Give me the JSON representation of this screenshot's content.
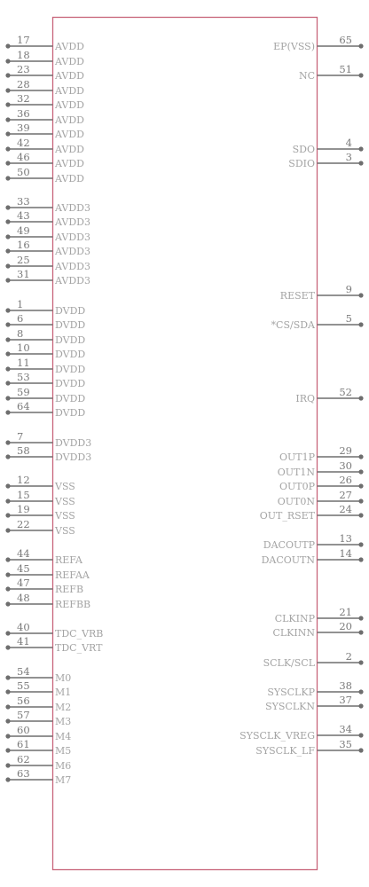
{
  "colors": {
    "body_outline": "#c8647a",
    "pin_line": "#6e6e6e",
    "pin_number": "#7a7a7a",
    "pin_name": "#a4a4a4"
  },
  "left_pins": [
    {
      "num": "17",
      "name": "AVDD"
    },
    {
      "num": "18",
      "name": "AVDD"
    },
    {
      "num": "23",
      "name": "AVDD"
    },
    {
      "num": "28",
      "name": "AVDD"
    },
    {
      "num": "32",
      "name": "AVDD"
    },
    {
      "num": "36",
      "name": "AVDD"
    },
    {
      "num": "39",
      "name": "AVDD"
    },
    {
      "num": "42",
      "name": "AVDD"
    },
    {
      "num": "46",
      "name": "AVDD"
    },
    {
      "num": "50",
      "name": "AVDD"
    },
    {
      "num": "33",
      "name": "AVDD3"
    },
    {
      "num": "43",
      "name": "AVDD3"
    },
    {
      "num": "49",
      "name": "AVDD3"
    },
    {
      "num": "16",
      "name": "AVDD3"
    },
    {
      "num": "25",
      "name": "AVDD3"
    },
    {
      "num": "31",
      "name": "AVDD3"
    },
    {
      "num": "1",
      "name": "DVDD"
    },
    {
      "num": "6",
      "name": "DVDD"
    },
    {
      "num": "8",
      "name": "DVDD"
    },
    {
      "num": "10",
      "name": "DVDD"
    },
    {
      "num": "11",
      "name": "DVDD"
    },
    {
      "num": "53",
      "name": "DVDD"
    },
    {
      "num": "59",
      "name": "DVDD"
    },
    {
      "num": "64",
      "name": "DVDD"
    },
    {
      "num": "7",
      "name": "DVDD3"
    },
    {
      "num": "58",
      "name": "DVDD3"
    },
    {
      "num": "12",
      "name": "VSS"
    },
    {
      "num": "15",
      "name": "VSS"
    },
    {
      "num": "19",
      "name": "VSS"
    },
    {
      "num": "22",
      "name": "VSS"
    },
    {
      "num": "44",
      "name": "REFA"
    },
    {
      "num": "45",
      "name": "REFAA"
    },
    {
      "num": "47",
      "name": "REFB"
    },
    {
      "num": "48",
      "name": "REFBB"
    },
    {
      "num": "40",
      "name": "TDC_VRB"
    },
    {
      "num": "41",
      "name": "TDC_VRT"
    },
    {
      "num": "54",
      "name": "M0"
    },
    {
      "num": "55",
      "name": "M1"
    },
    {
      "num": "56",
      "name": "M2"
    },
    {
      "num": "57",
      "name": "M3"
    },
    {
      "num": "60",
      "name": "M4"
    },
    {
      "num": "61",
      "name": "M5"
    },
    {
      "num": "62",
      "name": "M6"
    },
    {
      "num": "63",
      "name": "M7"
    }
  ],
  "right_pins": [
    {
      "num": "65",
      "name": "EP(VSS)"
    },
    {
      "num": "51",
      "name": "NC"
    },
    {
      "num": "4",
      "name": "SDO"
    },
    {
      "num": "3",
      "name": "SDIO"
    },
    {
      "num": "9",
      "name": "RESET"
    },
    {
      "num": "5",
      "name": "*CS/SDA"
    },
    {
      "num": "52",
      "name": "IRQ"
    },
    {
      "num": "29",
      "name": "OUT1P"
    },
    {
      "num": "30",
      "name": "OUT1N"
    },
    {
      "num": "26",
      "name": "OUT0P"
    },
    {
      "num": "27",
      "name": "OUT0N"
    },
    {
      "num": "24",
      "name": "OUT_RSET"
    },
    {
      "num": "13",
      "name": "DACOUTP"
    },
    {
      "num": "14",
      "name": "DACOUTN"
    },
    {
      "num": "21",
      "name": "CLKINP"
    },
    {
      "num": "20",
      "name": "CLKINN"
    },
    {
      "num": "2",
      "name": "SCLK/SCL"
    },
    {
      "num": "38",
      "name": "SYSCLKP"
    },
    {
      "num": "37",
      "name": "SYSCLKN"
    },
    {
      "num": "34",
      "name": "SYSCLK_VREG"
    },
    {
      "num": "35",
      "name": "SYSCLK_LF"
    }
  ]
}
